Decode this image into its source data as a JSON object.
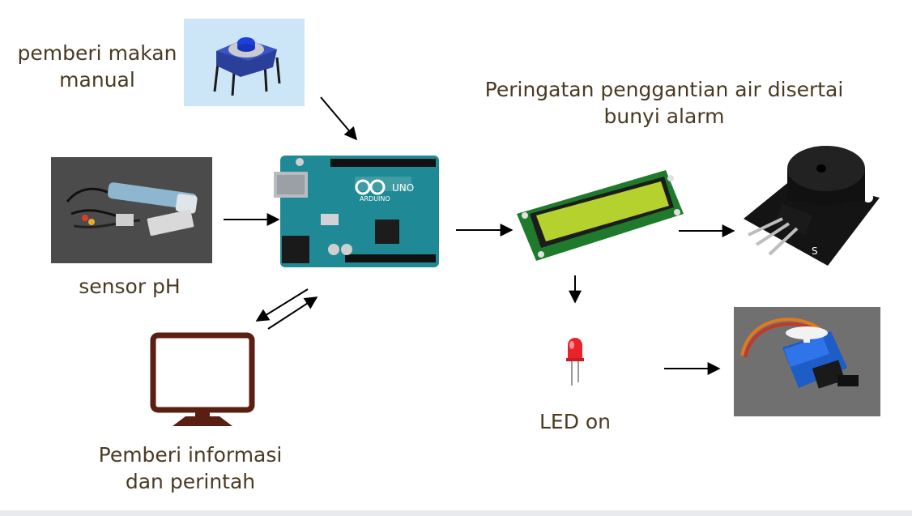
{
  "labels": {
    "push_button": [
      "pemberi makan",
      "manual"
    ],
    "ph_sensor": "sensor pH",
    "monitor": [
      "Pemberi informasi",
      "dan perintah"
    ],
    "alarm": [
      "Peringatan penggantian air disertai",
      "bunyi alarm"
    ],
    "led": "LED on"
  },
  "board": {
    "brand": "ARDUINO",
    "model": "UNO"
  },
  "buzzer": {
    "pin_label": "S"
  },
  "colors": {
    "text": "#4a3a22",
    "arduino": "#1f8a95",
    "lcd_pcb": "#1f7a2c",
    "lcd_screen": "#b5d12e",
    "monitor": "#5a1f12",
    "led": "#e8232c",
    "servo": "#1e5cc7",
    "arrow": "#000000"
  },
  "icons": [
    "push-button-icon",
    "ph-sensor-icon",
    "arduino-board-icon",
    "lcd-display-icon",
    "buzzer-module-icon",
    "led-icon",
    "servo-motor-icon",
    "monitor-icon"
  ]
}
